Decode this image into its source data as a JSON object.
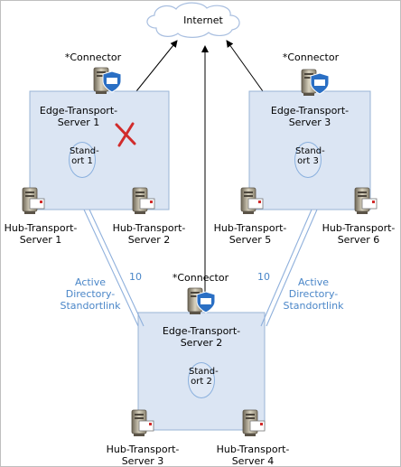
{
  "internet": {
    "label": "Internet"
  },
  "connectors": [
    {
      "label": "*Connector"
    },
    {
      "label": "*Connector"
    },
    {
      "label": "*Connector"
    }
  ],
  "sites": [
    {
      "edge_label": "Edge-Transport-\nServer 1",
      "site_label": "Stand-\nort\n1",
      "failed": true
    },
    {
      "edge_label": "Edge-Transport-\nServer 3",
      "site_label": "Stand-\nort\n3",
      "failed": false
    },
    {
      "edge_label": "Edge-Transport-\nServer 2",
      "site_label": "Stand-\nort\n2",
      "failed": false
    }
  ],
  "hub_servers": [
    {
      "label": "Hub-Transport-\nServer 1"
    },
    {
      "label": "Hub-Transport-\nServer 2"
    },
    {
      "label": "Hub-Transport-\nServer 5"
    },
    {
      "label": "Hub-Transport-\nServer 6"
    },
    {
      "label": "Hub-Transport-\nServer 3"
    },
    {
      "label": "Hub-Transport-\nServer 4"
    }
  ],
  "links": [
    {
      "label": "Active\nDirectory-\nStandortlink",
      "cost": "10"
    },
    {
      "label": "Active\nDirectory-\nStandortlink",
      "cost": "10"
    }
  ],
  "colors": {
    "site_fill": "#dbe5f3",
    "site_border": "#9ab4d6",
    "link_line": "#8fb0dc",
    "link_text": "#4a86c8",
    "fail_x": "#d12b2b"
  }
}
